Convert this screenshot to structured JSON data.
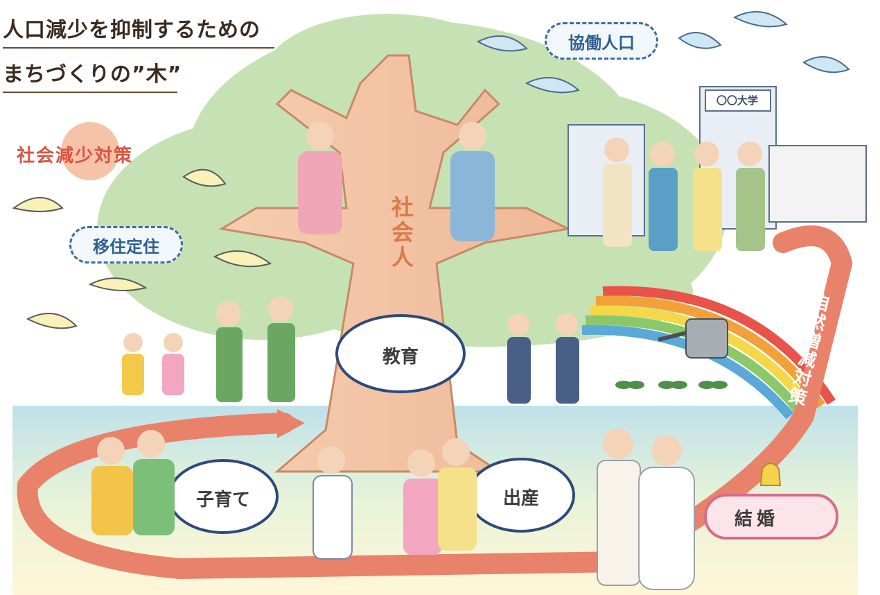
{
  "title": {
    "line1": "人口減少を抑制するための",
    "line2": "まちづくりの”木”"
  },
  "labels": {
    "social_measures": "社会減少対策",
    "migration": "移住定住",
    "collaboration": "協働人口",
    "society": "社会人",
    "education": "教育",
    "natural_measures": "自然増減対策",
    "childcare": "子育て",
    "childbirth": "出産",
    "marriage": "結婚",
    "university_sign": "〇〇大学"
  },
  "colors": {
    "sky_band": "#d6eef3",
    "foliage": "#c6e2b4",
    "trunk": "#f2c4a6",
    "arrow": "#e9826a",
    "accent_text": "#d9543f",
    "pill_border": "#3d6c9e"
  }
}
